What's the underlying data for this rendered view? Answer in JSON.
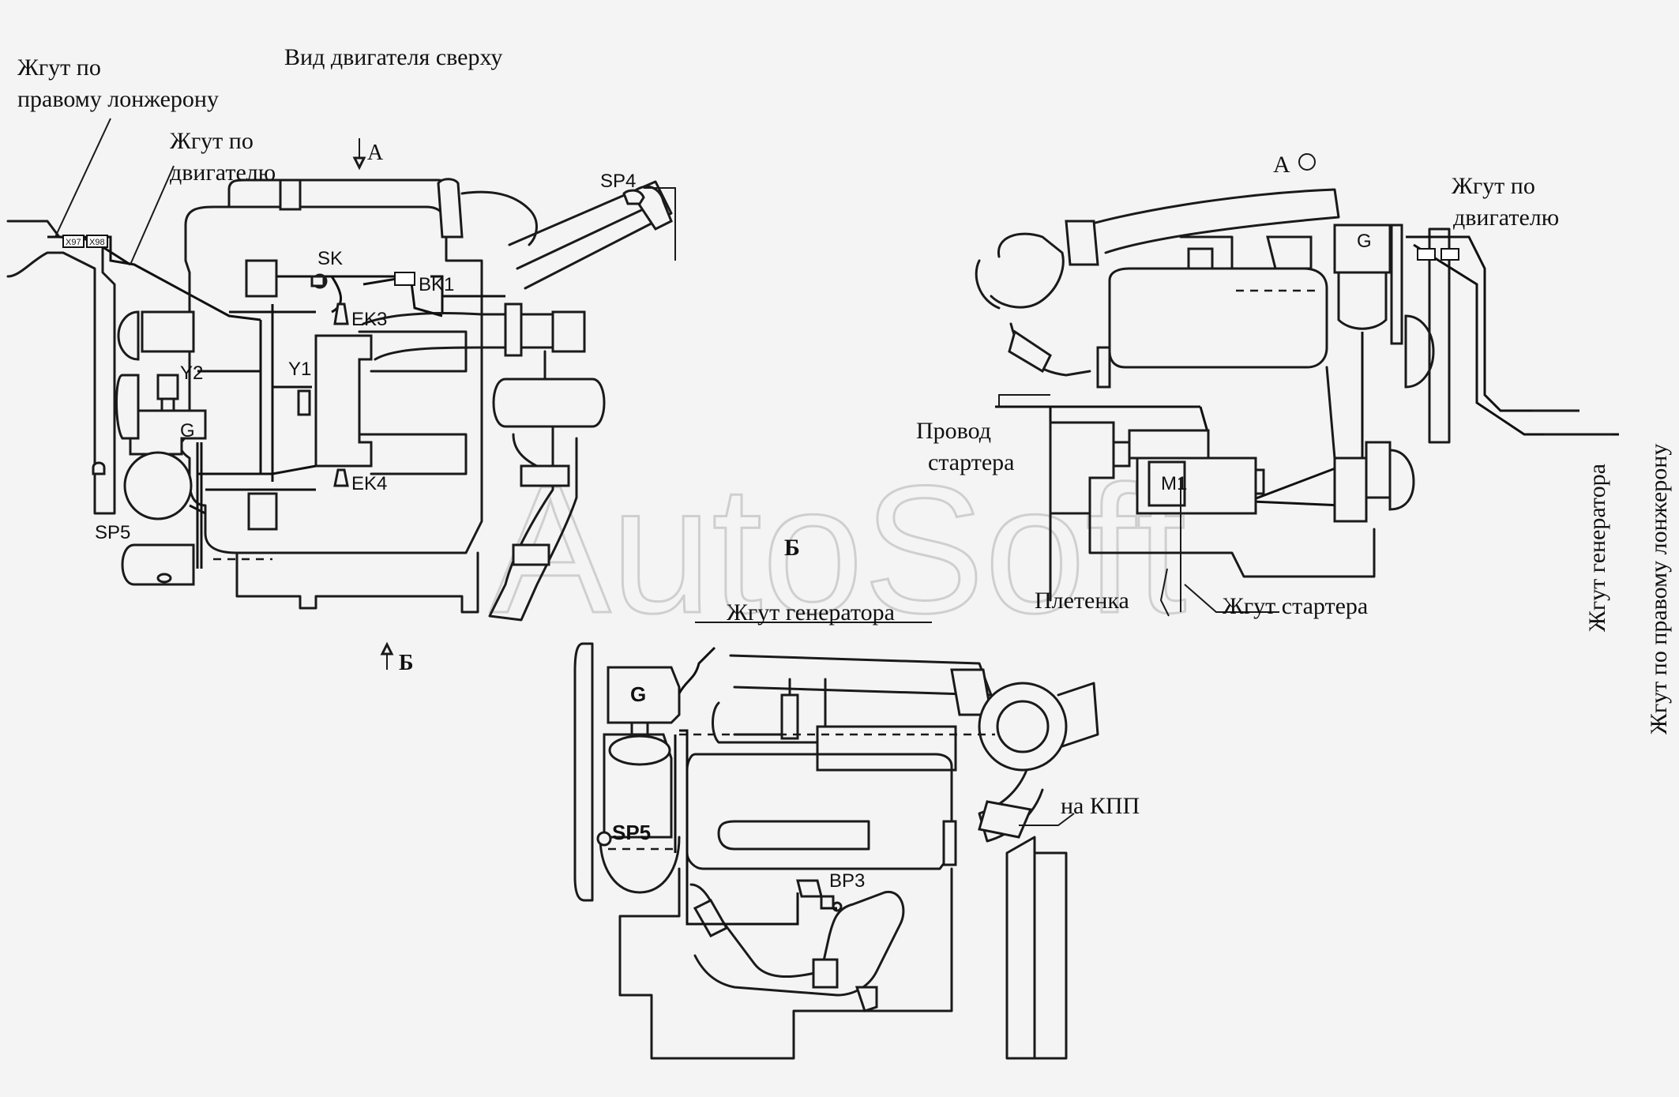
{
  "watermark": "AutoSoft",
  "labels": {
    "top_view": "Вид двигателя сверху",
    "right_spar_harness": [
      "Жгут по",
      "правому лонжерону"
    ],
    "engine_harness_top": [
      "Жгут по",
      "двигателю"
    ],
    "arrow_a": "А",
    "arrow_b": "Б",
    "view_a": "А",
    "engine_harness_a": [
      "Жгут по",
      "двигателю"
    ],
    "starter_wire": [
      "Провод",
      "стартера"
    ],
    "braid": "Плетенка",
    "starter_harness": "Жгут стартера",
    "generator_harness_vertical": "Жгут генератора",
    "right_spar_harness_vertical": "Жгут по правому лонжерону",
    "view_b": "Б",
    "generator_harness_b": "Жгут генератора",
    "to_gearbox": "на КПП"
  },
  "components": {
    "sk": "SK",
    "bk1": "BK1",
    "ek3": "EK3",
    "ek4": "EK4",
    "y1": "Y1",
    "y2": "Y2",
    "g_top": "G",
    "sp4": "SP4",
    "sp5_top": "SP5",
    "g_a": "G",
    "m1": "M1",
    "g_b": "G",
    "sp5_b": "SP5",
    "bp3": "BP3"
  },
  "connectors": {
    "x97": "X97",
    "x98": "X98"
  }
}
